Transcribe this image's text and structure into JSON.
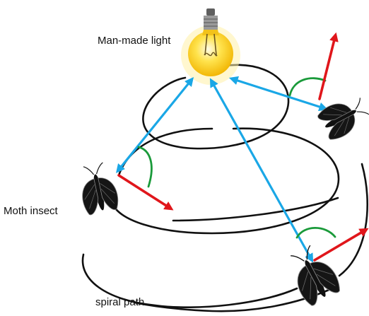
{
  "labels": {
    "light": "Man-made light",
    "moth": "Moth insect",
    "spiral": "spiral path"
  },
  "colors": {
    "spiral": "#111111",
    "light_ray": "#1aa7e6",
    "flight_direction": "#e0161b",
    "angle_arc": "#1a9a3a",
    "bulb_glass": "#ffd21a",
    "bulb_glow": "#fff1a8",
    "bulb_base": "#8f8f8f",
    "moth_body": "#111111"
  },
  "elements": {
    "light_source": "light-bulb-icon",
    "insect": "moth-icon"
  }
}
